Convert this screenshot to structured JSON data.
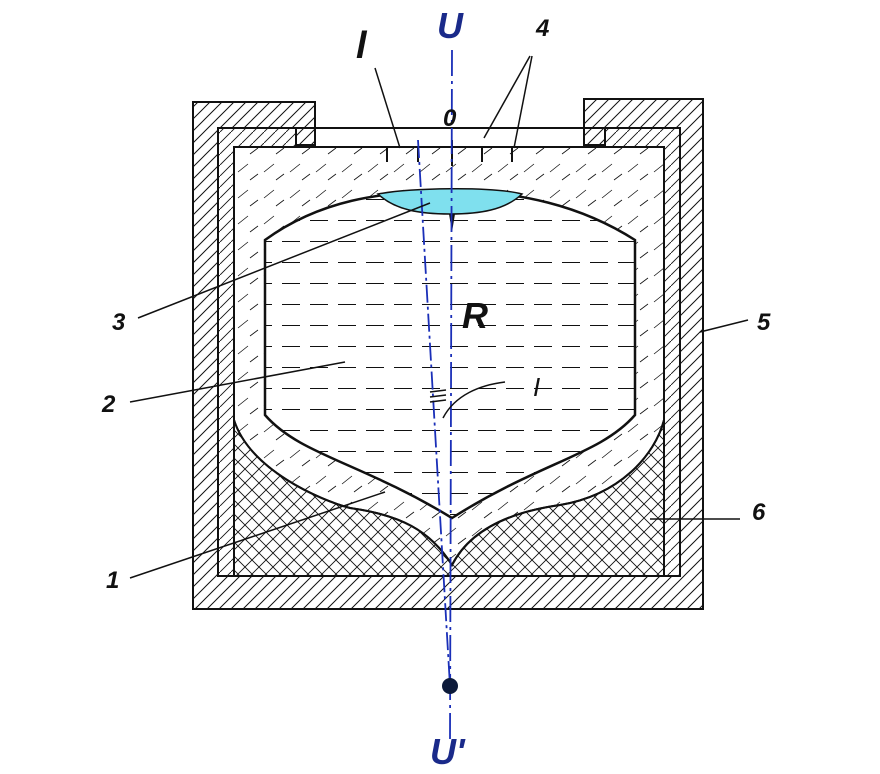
{
  "labels": {
    "axis_top": "U",
    "axis_bottom": "U'",
    "line_l": "l",
    "zero_mark": "0",
    "region_R": "R",
    "line_I": "I",
    "n1": "1",
    "n2": "2",
    "n3": "3",
    "n4": "4",
    "n5": "5",
    "n6": "6"
  },
  "colors": {
    "outline": "#111111",
    "axis": "#1a2fb8",
    "bubble": "#7fe0ee",
    "pivot_dot": "#0c1a3a"
  }
}
